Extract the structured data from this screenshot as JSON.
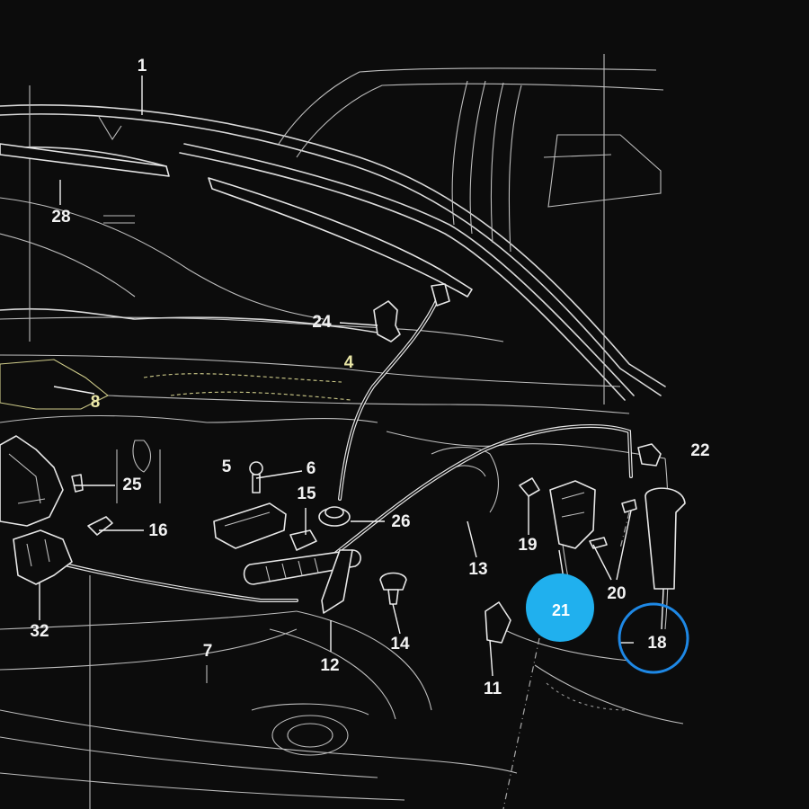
{
  "callouts": {
    "c1": "1",
    "c4": "4",
    "c5": "5",
    "c6": "6",
    "c7": "7",
    "c8": "8",
    "c11": "11",
    "c12": "12",
    "c13": "13",
    "c14": "14",
    "c15": "15",
    "c16": "16",
    "c18": "18",
    "c19": "19",
    "c20": "20",
    "c21": "21",
    "c22": "22",
    "c24": "24",
    "c25": "25",
    "c26": "26",
    "c28": "28",
    "c32": "32"
  },
  "highlight": {
    "filled_marker": "21",
    "ring_marker": "18",
    "filled_color": "#20b0ee",
    "ring_color": "#1e88e5"
  },
  "colors": {
    "background": "#0c0c0c",
    "line": "#d9d9d9",
    "label": "#f2f2f2",
    "label_yellow": "#e9e6a6"
  }
}
